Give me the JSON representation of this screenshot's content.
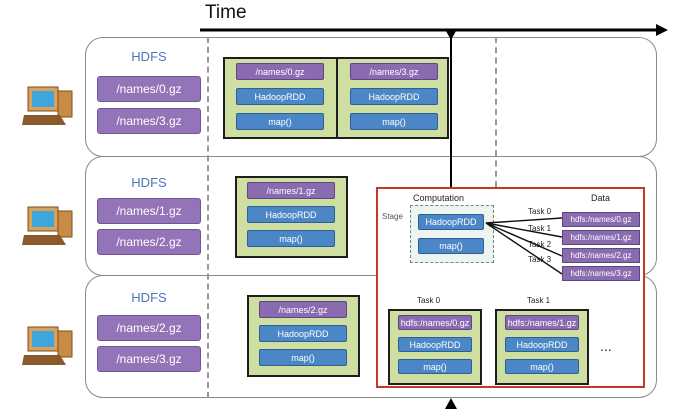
{
  "timeline": {
    "label": "Time"
  },
  "lanes": [
    {
      "title": "HDFS",
      "files": [
        "/names/0.gz",
        "/names/3.gz"
      ]
    },
    {
      "title": "HDFS",
      "files": [
        "/names/1.gz",
        "/names/2.gz"
      ]
    },
    {
      "title": "HDFS",
      "files": [
        "/names/2.gz",
        "/names/3.gz"
      ]
    }
  ],
  "stages": [
    {
      "file": "/names/0.gz",
      "rdd": "HadoopRDD",
      "op": "map()"
    },
    {
      "file": "/names/3.gz",
      "rdd": "HadoopRDD",
      "op": "map()"
    },
    {
      "file": "/names/1.gz",
      "rdd": "HadoopRDD",
      "op": "map()"
    },
    {
      "file": "/names/2.gz",
      "rdd": "HadoopRDD",
      "op": "map()"
    }
  ],
  "detail": {
    "computation_label": "Computation",
    "data_label": "Data",
    "stage_label": "Stage",
    "stage_blocks": [
      "HadoopRDD",
      "map()"
    ],
    "tasks": [
      "Task 0",
      "Task 1",
      "Task 2",
      "Task 3"
    ],
    "data_files": [
      "hdfs:/names/0.gz",
      "hdfs:/names/1.gz",
      "hdfs:/names/2.gz",
      "hdfs:/names/3.gz"
    ],
    "task_columns": [
      {
        "label": "Task 0",
        "file": "hdfs:/names/0.gz",
        "rdd": "HadoopRDD",
        "op": "map()"
      },
      {
        "label": "Task 1",
        "file": "hdfs:/names/1.gz",
        "rdd": "HadoopRDD",
        "op": "map()"
      }
    ],
    "ellipsis": "..."
  },
  "colors": {
    "hdfs_file": "#9474b8",
    "stage_bg": "#cfdfa2",
    "block_blue": "#4b87c6",
    "zoom_border": "#c0392b"
  }
}
